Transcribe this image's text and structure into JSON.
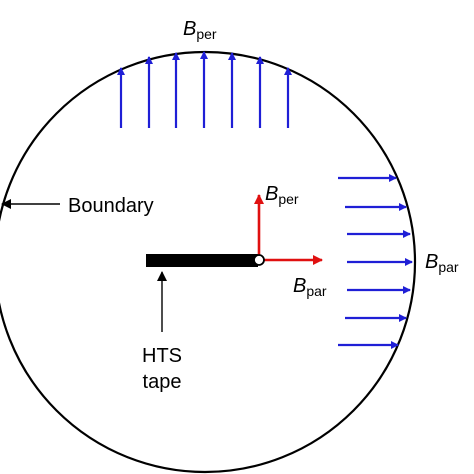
{
  "labels": {
    "top_field": {
      "symbol": "B",
      "subscript": "per"
    },
    "right_field": {
      "symbol": "B",
      "subscript": "par"
    },
    "vector_per": {
      "symbol": "B",
      "subscript": "per"
    },
    "vector_par": {
      "symbol": "B",
      "subscript": "par"
    },
    "boundary": "Boundary",
    "tape_line1": "HTS",
    "tape_line2": "tape"
  },
  "colors": {
    "field_arrows": "#1f1fd6",
    "vector_per": "#e01010",
    "vector_par": "#e01010",
    "tape": "#000000",
    "boundary": "#000000"
  }
}
